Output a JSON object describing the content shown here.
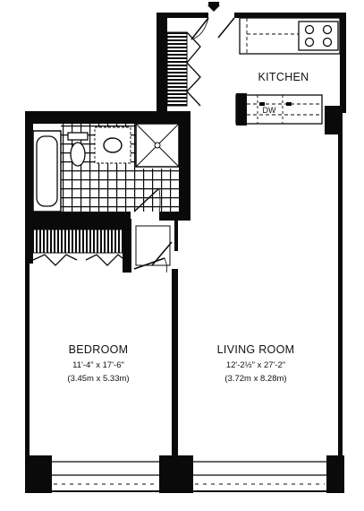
{
  "floor_plan": {
    "colors": {
      "wall": "#0a0a0a",
      "background": "#ffffff",
      "tile": "#0a0a0a"
    },
    "rooms": {
      "kitchen": {
        "name": "KITCHEN"
      },
      "dishwasher": {
        "label": "DW"
      },
      "bedroom": {
        "name": "BEDROOM",
        "dim_imperial": "11'-4\" x 17'-6\"",
        "dim_metric": "(3.45m x 5.33m)"
      },
      "living_room": {
        "name": "LIVING ROOM",
        "dim_imperial": "12'-2½\" x 27'-2\"",
        "dim_metric": "(3.72m x 8.28m)"
      }
    }
  }
}
